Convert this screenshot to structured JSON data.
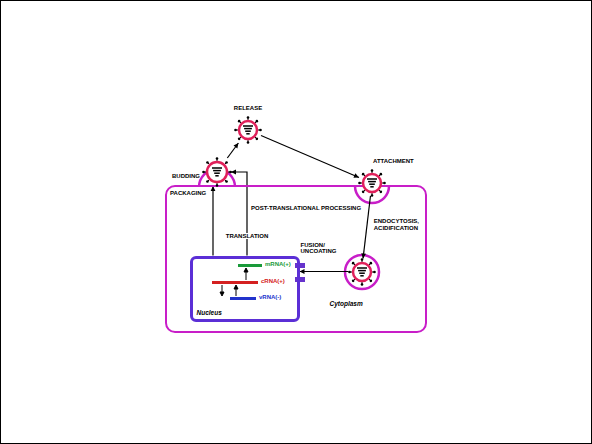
{
  "diagram": {
    "nodes": [
      {
        "text": [
          "Cytoplasm"
        ]
      },
      {
        "text": [
          "Nucleus"
        ],
        "in": 0
      },
      {
        "text": [
          "BUDDING"
        ]
      },
      {
        "text": [
          "RELEASE"
        ]
      },
      {
        "text": [
          "ATTACHMENT"
        ]
      },
      {
        "text": [
          "FUSION/ UNCOATING"
        ],
        "in": 0
      }
    ],
    "edges": [
      {
        "from": 2,
        "to": 3,
        "arrow": "to"
      },
      {
        "from": 3,
        "to": 4,
        "arrow": "to"
      },
      {
        "from": 4,
        "to": 5,
        "arrow": "to",
        "label": "ENDOCYTOSIS, ACIDIFICATION"
      },
      {
        "from": 5,
        "to": 1,
        "arrow": "to"
      },
      {
        "from": 1,
        "to": 2,
        "arrow": "to",
        "label": "TRANSLATION"
      },
      {
        "from": 1,
        "to": 2,
        "arrow": "to"
      }
    ],
    "labels": [
      "PACKAGING",
      "POST-TRANSLATIONAL PROCESSING",
      "mRNA(+)",
      "cRNA(+)",
      "vRNA(-)"
    ]
  }
}
